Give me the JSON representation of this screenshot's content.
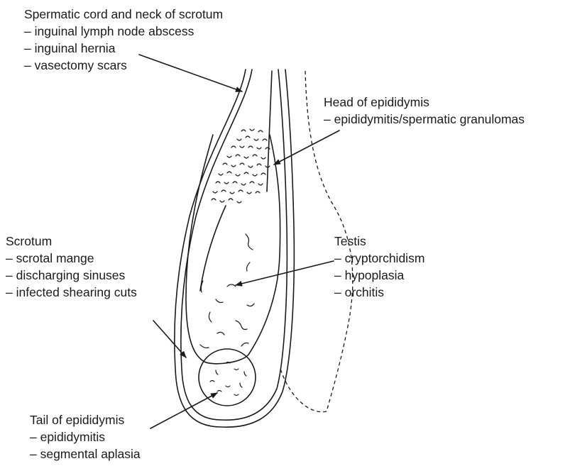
{
  "callouts": [
    {
      "title": "Spermatic cord and neck of scrotum",
      "items": [
        "– inguinal lymph node abscess",
        "– inguinal hernia",
        "– vasectomy scars"
      ]
    },
    {
      "title": "Head of epididymis",
      "items": [
        "– epididymitis/spermatic granulomas"
      ]
    },
    {
      "title": "Scrotum",
      "items": [
        "– scrotal mange",
        "– discharging sinuses",
        "– infected shearing cuts"
      ]
    },
    {
      "title": "Testis",
      "items": [
        "– cryptorchidism",
        "– hypoplasia",
        "– orchitis"
      ]
    },
    {
      "title": "Tail of epididymis",
      "items": [
        "– epididymitis",
        "– segmental aplasia"
      ]
    }
  ]
}
